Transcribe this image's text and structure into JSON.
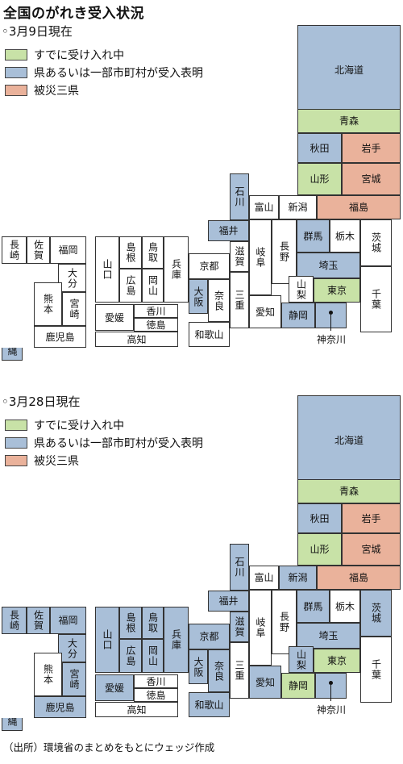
{
  "title": "全国のがれき受入状況",
  "source": "（出所）環境省のまとめをもとにウェッジ作成",
  "colors": {
    "accepting": "#c8e2a7",
    "announced": "#a9bfd8",
    "disaster": "#eab29b",
    "none": "#ffffff"
  },
  "legend": [
    {
      "key": "accepting",
      "label": "すでに受け入れ中"
    },
    {
      "key": "announced",
      "label": "県あるいは一部市町村が受入表明"
    },
    {
      "key": "disaster",
      "label": "被災三県"
    }
  ],
  "prefectures": {
    "hokkaido": "北海道",
    "aomori": "青森",
    "akita": "秋田",
    "iwate": "岩手",
    "yamagata": "山形",
    "miyagi": "宮城",
    "fukushima": "福島",
    "ishikawa": "石川",
    "toyama": "富山",
    "niigata": "新潟",
    "fukui": "福井",
    "gifu": "岐阜",
    "nagano": "長野",
    "gunma": "群馬",
    "tochigi": "栃木",
    "ibaraki": "茨城",
    "saitama": "埼玉",
    "shiga": "滋賀",
    "kyoto": "京都",
    "yamanashi": "山梨",
    "tokyo": "東京",
    "chiba": "千葉",
    "osaka": "大阪",
    "nara": "奈良",
    "mie": "三重",
    "aichi": "愛知",
    "shizuoka": "静岡",
    "kanagawa": "神奈川",
    "wakayama": "和歌山",
    "hyogo": "兵庫",
    "yamaguchi": "山口",
    "shimane": "島根",
    "tottori": "鳥取",
    "hiroshima": "広島",
    "okayama": "岡山",
    "ehime": "愛媛",
    "kagawa": "香川",
    "tokushima": "徳島",
    "kochi": "高知",
    "nagasaki": "長崎",
    "saga": "佐賀",
    "fukuoka": "福岡",
    "oita": "大分",
    "kumamoto": "熊本",
    "miyazaki": "宮崎",
    "kagoshima": "鹿児島",
    "okinawa": "沖縄"
  },
  "maps": [
    {
      "date": "◦3月9日現在",
      "status": {
        "hokkaido": "announced",
        "aomori": "accepting",
        "akita": "announced",
        "iwate": "disaster",
        "yamagata": "accepting",
        "miyagi": "disaster",
        "fukushima": "disaster",
        "ishikawa": "announced",
        "toyama": "none",
        "niigata": "none",
        "fukui": "announced",
        "gifu": "none",
        "nagano": "none",
        "gunma": "announced",
        "tochigi": "none",
        "ibaraki": "none",
        "saitama": "announced",
        "shiga": "none",
        "kyoto": "none",
        "yamanashi": "none",
        "tokyo": "accepting",
        "chiba": "none",
        "osaka": "announced",
        "nara": "none",
        "mie": "none",
        "aichi": "none",
        "shizuoka": "announced",
        "kanagawa": "announced",
        "wakayama": "none",
        "hyogo": "none",
        "yamaguchi": "none",
        "shimane": "none",
        "tottori": "none",
        "hiroshima": "none",
        "okayama": "none",
        "ehime": "none",
        "kagawa": "none",
        "tokushima": "none",
        "kochi": "none",
        "nagasaki": "none",
        "saga": "none",
        "fukuoka": "none",
        "oita": "none",
        "kumamoto": "none",
        "miyazaki": "none",
        "kagoshima": "none",
        "okinawa": "announced"
      }
    },
    {
      "date": "◦3月28日現在",
      "status": {
        "hokkaido": "announced",
        "aomori": "accepting",
        "akita": "announced",
        "iwate": "disaster",
        "yamagata": "accepting",
        "miyagi": "disaster",
        "fukushima": "disaster",
        "ishikawa": "announced",
        "toyama": "none",
        "niigata": "announced",
        "fukui": "announced",
        "gifu": "none",
        "nagano": "none",
        "gunma": "announced",
        "tochigi": "none",
        "ibaraki": "announced",
        "saitama": "announced",
        "shiga": "announced",
        "kyoto": "announced",
        "yamanashi": "announced",
        "tokyo": "accepting",
        "chiba": "none",
        "osaka": "announced",
        "nara": "announced",
        "mie": "none",
        "aichi": "announced",
        "shizuoka": "accepting",
        "kanagawa": "announced",
        "wakayama": "announced",
        "hyogo": "announced",
        "yamaguchi": "announced",
        "shimane": "announced",
        "tottori": "announced",
        "hiroshima": "announced",
        "okayama": "announced",
        "ehime": "announced",
        "kagawa": "none",
        "tokushima": "none",
        "kochi": "none",
        "nagasaki": "announced",
        "saga": "announced",
        "fukuoka": "announced",
        "oita": "announced",
        "kumamoto": "none",
        "miyazaki": "announced",
        "kagoshima": "announced",
        "okinawa": "announced"
      }
    }
  ]
}
